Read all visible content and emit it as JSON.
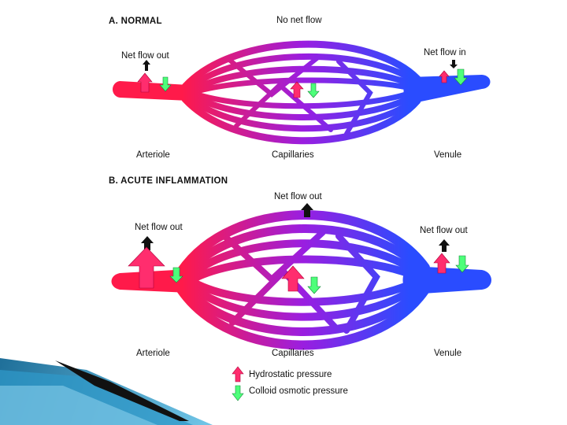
{
  "panel_a": {
    "title": "A. NORMAL",
    "top_label": "No net flow",
    "left_label": "Net flow out",
    "right_label": "Net flow in",
    "bottom_labels": [
      "Arteriole",
      "Capillaries",
      "Venule"
    ]
  },
  "panel_b": {
    "title": "B. ACUTE INFLAMMATION",
    "top_label": "Net flow out",
    "left_label": "Net flow out",
    "right_label": "Net flow out",
    "bottom_labels": [
      "Arteriole",
      "Capillaries",
      "Venule"
    ]
  },
  "legend": {
    "hydrostatic": "Hydrostatic pressure",
    "colloid": "Colloid osmotic pressure"
  },
  "colors": {
    "arterial": "#ff1a4a",
    "capillary": "#8a1ee0",
    "venous": "#2a4cff",
    "hydrostatic_arrow": "#ff2d6e",
    "colloid_arrow": "#4dff7a",
    "net_arrow": "#111111",
    "corner_ribbon": "#2a8fbf"
  }
}
